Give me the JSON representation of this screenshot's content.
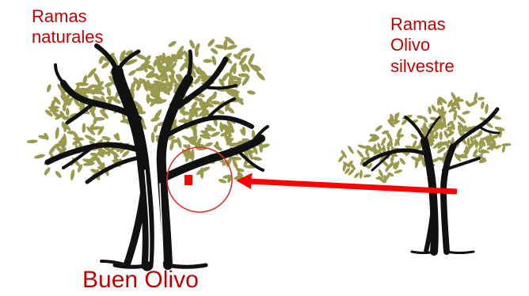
{
  "labels": {
    "left": [
      "Ramas",
      "naturales"
    ],
    "right": [
      "Ramas",
      "Olivo",
      "silvestre"
    ],
    "bottom": "Buen Olivo"
  },
  "colors": {
    "text": "#c00000",
    "arrow": "#ff0000",
    "circle": "#e03030",
    "trunk": "#111111",
    "leaf": "#9a9a4e"
  },
  "icons": [
    "olive-tree-icon",
    "wild-olive-tree-icon",
    "graft-arrow-icon"
  ]
}
